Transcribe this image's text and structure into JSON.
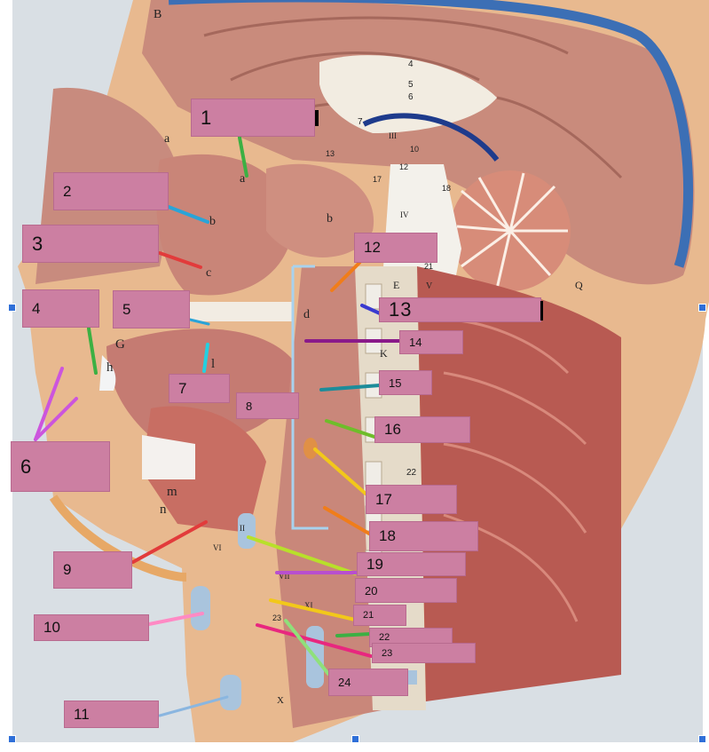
{
  "labels": {
    "l1": "1",
    "l2": "2",
    "l3": "3",
    "l4": "4",
    "l5": "5",
    "l6": "6",
    "l7": "7",
    "l8": "8",
    "l9": "9",
    "l10": "10",
    "l11": "11",
    "l12": "12",
    "l13": "13",
    "l14": "14",
    "l15": "15",
    "l16": "16",
    "l17": "17",
    "l18": "18",
    "l19": "19",
    "l20": "20",
    "l21": "21",
    "l22": "22",
    "l23": "23",
    "l24": "24"
  },
  "model_letters": {
    "a_top": "a",
    "a_mid": "a",
    "b_upper": "b",
    "b_lower": "b",
    "c": "c",
    "d": "d",
    "h": "h",
    "l": "l",
    "n": "n",
    "m": "m",
    "G": "G",
    "Q": "Q",
    "B": "B",
    "E": "E",
    "K": "K",
    "num4": "4",
    "num5": "5",
    "num6": "6",
    "num7": "7",
    "num10": "10",
    "num12": "12",
    "num13": "13",
    "num17": "17",
    "num18": "18",
    "num21": "21",
    "num22": "22",
    "num23": "23",
    "roman_II": "II",
    "roman_III": "III",
    "roman_IV": "IV",
    "roman_V": "V",
    "roman_VI": "VI",
    "roman_VII": "VII",
    "roman_X": "X",
    "roman_XI": "XI"
  },
  "colors": {
    "label_fill": "#cc7fa2",
    "selection_handle": "#2f6fd8",
    "leader_green": "#3cb043",
    "leader_blue": "#2aa4d8",
    "leader_red": "#e23b3b",
    "leader_magenta": "#cc55dd",
    "leader_orange": "#f07d1a",
    "leader_purple": "#8a1a8a",
    "leader_teal": "#1c8c9a",
    "leader_yellow": "#f2c81a",
    "leader_pink": "#ff8ac4",
    "leader_lime": "#b8e02a"
  }
}
